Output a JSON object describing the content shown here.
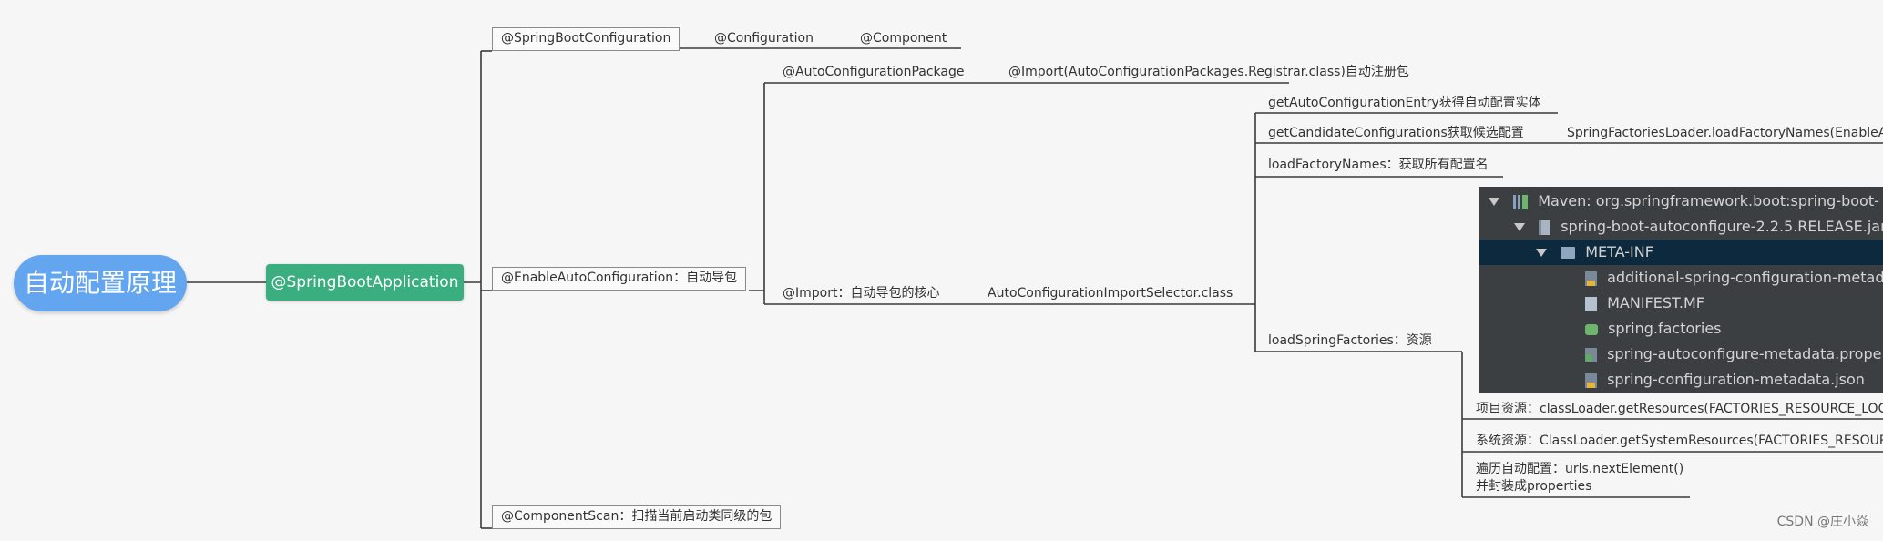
{
  "root": {
    "label": "自动配置原理"
  },
  "app": {
    "label": "@SpringBootApplication"
  },
  "level1": {
    "boot_config": "@SpringBootConfiguration",
    "enable_auto": "@EnableAutoConfiguration：自动导包",
    "component_scan": "@ComponentScan：扫描当前启动类同级的包"
  },
  "boot_config_children": {
    "configuration": "@Configuration",
    "component": "@Component"
  },
  "enable_auto_children": {
    "auto_package": "@AutoConfigurationPackage",
    "import_core": "@Import：自动导包的核心"
  },
  "auto_package_child": "@Import(AutoConfigurationPackages.Registrar.class)自动注册包",
  "import_selector": "AutoConfigurationImportSelector.class",
  "selector_children": {
    "get_entry": "getAutoConfigurationEntry获得自动配置实体",
    "get_candidates": "getCandidateConfigurations获取候选配置",
    "load_factory_names": "loadFactoryNames：获取所有配置名",
    "load_spring_factories": "loadSpringFactories：资源"
  },
  "candidates_child": "SpringFactoriesLoader.loadFactoryNames(EnableA",
  "resources": {
    "project": "项目资源：classLoader.getResources(FACTORIES_RESOURCE_LOC",
    "system": "系统资源：ClassLoader.getSystemResources(FACTORIES_RESOUR",
    "iterate_line1": "遍历自动配置：urls.nextElement()",
    "iterate_line2": "并封装成properties"
  },
  "ide_tree": {
    "maven": "Maven: org.springframework.boot:spring-boot-",
    "jar": "spring-boot-autoconfigure-2.2.5.RELEASE.jar",
    "meta_inf": "META-INF",
    "files": [
      {
        "name": "additional-spring-configuration-metad",
        "icon": "json-file-icon"
      },
      {
        "name": "MANIFEST.MF",
        "icon": "manifest-file-icon"
      },
      {
        "name": "spring.factories",
        "icon": "factories-file-icon"
      },
      {
        "name": "spring-autoconfigure-metadata.prope",
        "icon": "properties-file-icon"
      },
      {
        "name": "spring-configuration-metadata.json",
        "icon": "json-file-icon"
      }
    ]
  },
  "watermark": "CSDN @庄小焱",
  "colors": {
    "root": "#64a5ef",
    "app": "#3bae80",
    "ide_bg": "#3c3f41",
    "ide_selected": "#0d293e"
  }
}
